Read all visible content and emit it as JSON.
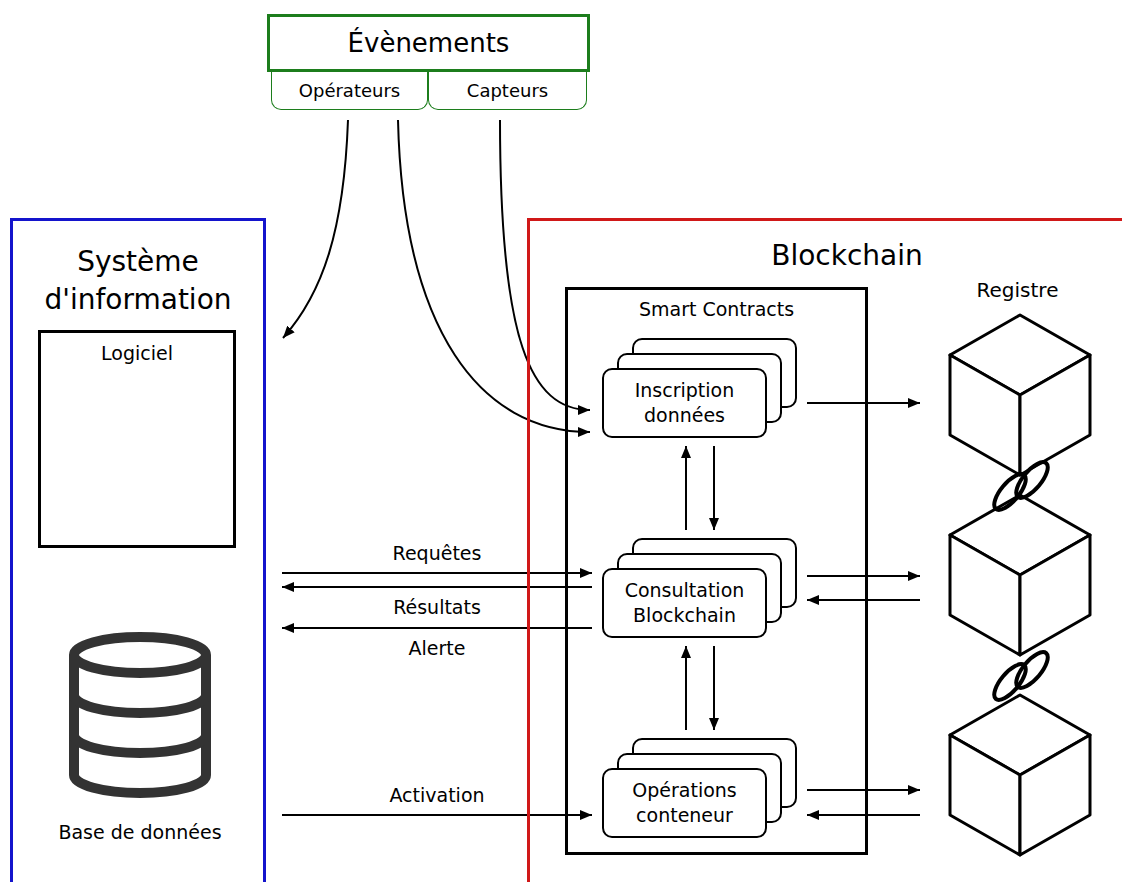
{
  "diagram": {
    "nodes": [
      {
        "text": [
          "Évènements"
        ]
      },
      {
        "text": [
          "Opérateurs"
        ]
      },
      {
        "text": [
          "Capteurs"
        ]
      },
      {
        "text": [
          "Système d'information"
        ]
      },
      {
        "text": [
          "Logiciel"
        ],
        "in": 3
      },
      {
        "text": [
          "Base de données"
        ],
        "in": 3
      },
      {
        "text": [
          "Blockchain"
        ]
      },
      {
        "text": [
          "Smart Contracts"
        ],
        "in": 6
      },
      {
        "text": [
          "Inscription données"
        ],
        "in": 7
      },
      {
        "text": [
          "Consultation Blockchain"
        ],
        "in": 7
      },
      {
        "text": [
          "Opérations conteneur"
        ],
        "in": 7
      },
      {
        "text": [
          "Registre"
        ],
        "in": 6
      }
    ],
    "edges": [
      {
        "from": 1,
        "to": 3,
        "arrow": "to"
      },
      {
        "from": 1,
        "to": 8,
        "arrow": "to"
      },
      {
        "from": 2,
        "to": 8,
        "arrow": "to"
      },
      {
        "from": 8,
        "to": 11,
        "arrow": "to"
      },
      {
        "from": 9,
        "to": 8,
        "arrow": "to"
      },
      {
        "from": 8,
        "to": 9,
        "arrow": "to"
      },
      {
        "from": 9,
        "to": 10,
        "arrow": "to"
      },
      {
        "from": 10,
        "to": 9,
        "arrow": "to"
      },
      {
        "from": 3,
        "to": 9,
        "label": "Requêtes",
        "arrow": "to"
      },
      {
        "from": 9,
        "to": 3,
        "label": "Résultats",
        "arrow": "to"
      },
      {
        "from": 9,
        "to": 3,
        "label": "Alerte",
        "arrow": "to"
      },
      {
        "from": 9,
        "to": 11,
        "arrow": "to"
      },
      {
        "from": 11,
        "to": 9,
        "arrow": "to"
      },
      {
        "from": 3,
        "to": 10,
        "label": "Activation",
        "arrow": "to"
      },
      {
        "from": 10,
        "to": 11,
        "arrow": "to"
      },
      {
        "from": 11,
        "to": 10,
        "arrow": "to"
      }
    ]
  }
}
